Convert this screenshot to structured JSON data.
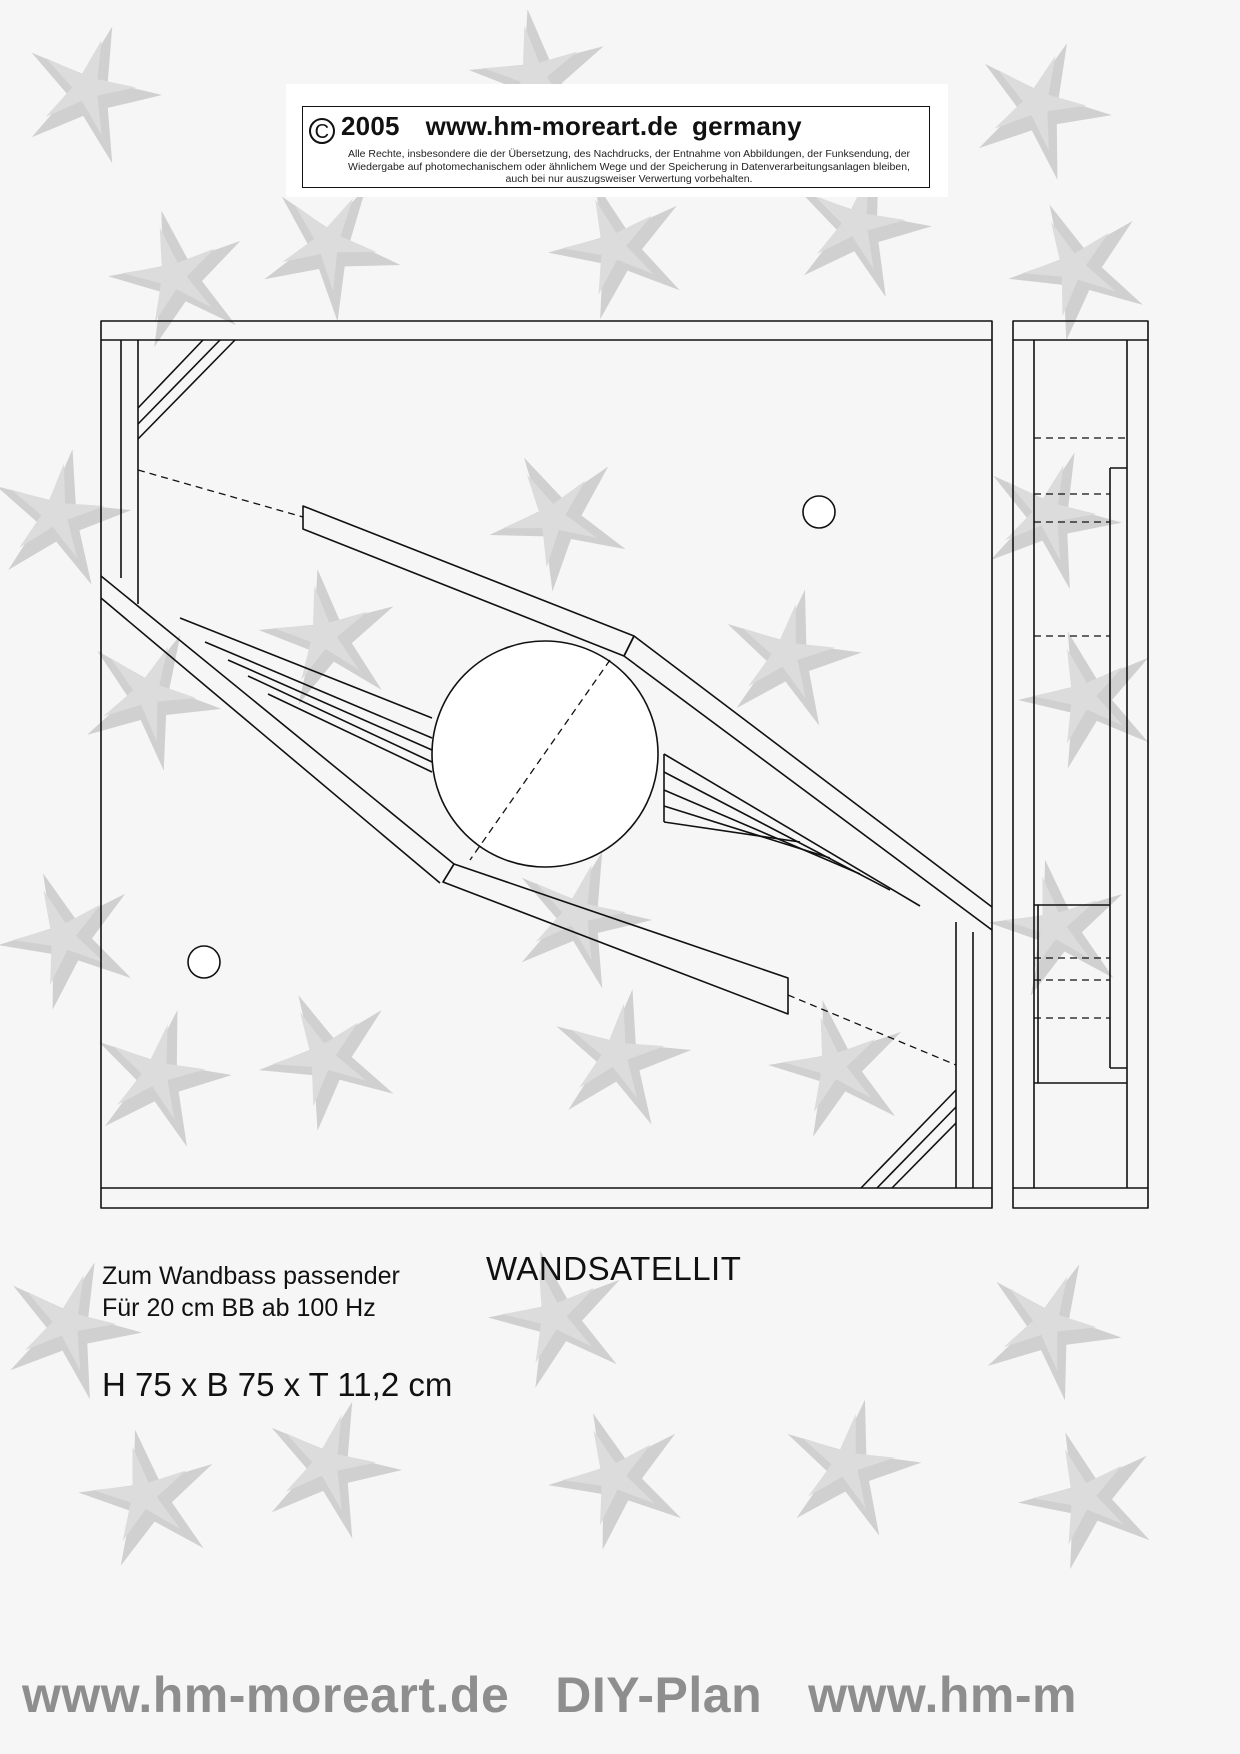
{
  "notice": {
    "copyright_symbol": "C",
    "year": "2005",
    "website": "www.hm-moreart.de",
    "country": "germany",
    "rights_text": "Alle Rechte, insbesondere die der Übersetzung, des Nachdrucks, der Entnahme von Abbildungen, der Funksendung, der Wiedergabe auf photomechanischem oder ähnlichem Wege und der Speicherung in Datenverarbeitungsanlagen bleiben, auch bei nur auszugsweiser Verwertung vorbehalten."
  },
  "caption": {
    "line1": "Zum Wandbass passender",
    "title": "WANDSATELLIT",
    "line2": "Für 20 cm BB ab 100 Hz",
    "dimensions": "H 75 x B 75 x T 11,2 cm"
  },
  "footer": {
    "left": "www.hm-moreart.de",
    "middle": "DIY-Plan",
    "right": "www.hm-m"
  },
  "colors": {
    "line": "#111111",
    "star": "#c9c9c9",
    "footer_text": "#8e8e8e"
  }
}
